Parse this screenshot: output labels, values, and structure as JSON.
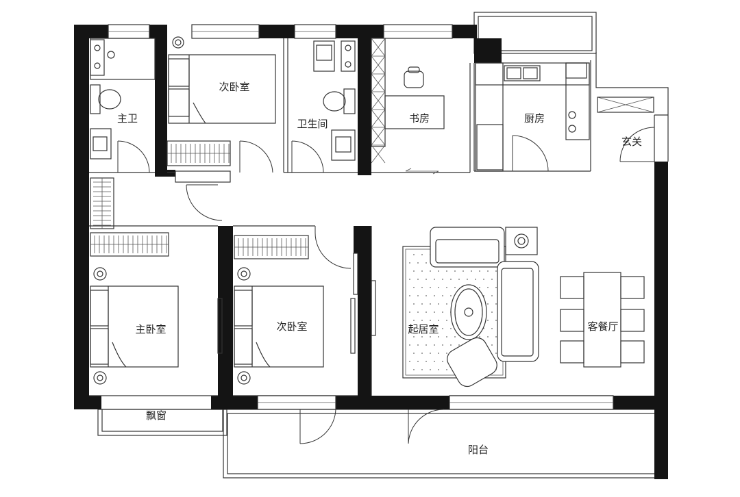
{
  "rooms": {
    "master_bath": "主卫",
    "second_bedroom_north": "次卧室",
    "bathroom": "卫生间",
    "study": "书房",
    "kitchen": "厨房",
    "entrance": "玄关",
    "master_bedroom": "主卧室",
    "second_bedroom_south": "次卧室",
    "living_room": "起居室",
    "dining_room": "客餐厅",
    "bay_window": "飘窗",
    "balcony": "阳台"
  }
}
